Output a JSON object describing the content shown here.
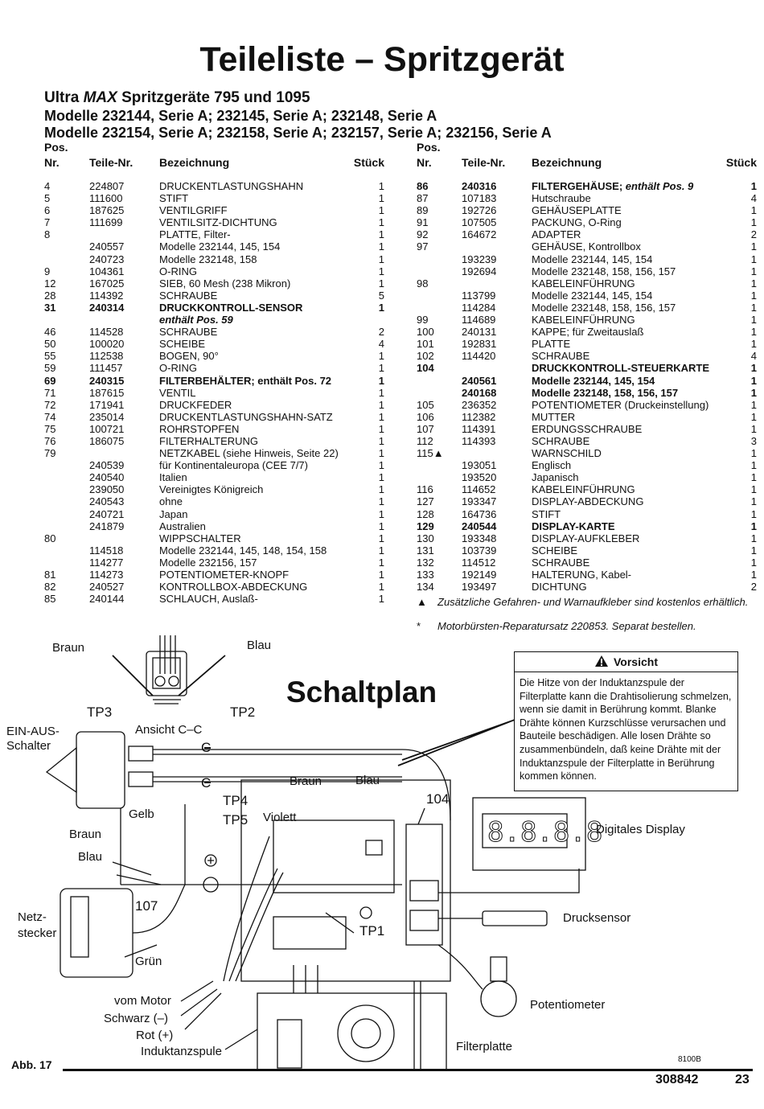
{
  "page_title": "Teileliste – Spritzgerät",
  "subtitle_prefix": "Ultra ",
  "subtitle_italic": "MAX",
  "subtitle_suffix": " Spritzgeräte 795 und 1095",
  "models_line1": "Modelle 232144, Serie A; 232145, Serie A; 232148, Serie A",
  "models_line2": "Modelle 232154, Serie A; 232158, Serie A; 232157, Serie A; 232156, Serie A",
  "table_headers": {
    "pos_top": "Pos.",
    "pos": "Nr.",
    "part": "Teile-Nr.",
    "desc": "Bezeichnung",
    "qty": "Stück"
  },
  "left_rows": [
    {
      "pos": "4",
      "part": "224807",
      "desc": "DRUCKENTLASTUNGSHAHN",
      "qty": "1"
    },
    {
      "pos": "5",
      "part": "111600",
      "desc": "STIFT",
      "qty": "1"
    },
    {
      "pos": "6",
      "part": "187625",
      "desc": "VENTILGRIFF",
      "qty": "1"
    },
    {
      "pos": "7",
      "part": "111699",
      "desc": "VENTILSITZ-DICHTUNG",
      "qty": "1"
    },
    {
      "pos": "8",
      "part": "",
      "desc": "PLATTE, Filter-",
      "qty": "1"
    },
    {
      "pos": "",
      "part": "240557",
      "desc": "Modelle 232144, 145, 154",
      "qty": "1"
    },
    {
      "pos": "",
      "part": "240723",
      "desc": "Modelle 232148, 158",
      "qty": "1"
    },
    {
      "pos": "9",
      "part": "104361",
      "desc": "O-RING",
      "qty": "1"
    },
    {
      "pos": "12",
      "part": "167025",
      "desc": "SIEB, 60 Mesh (238 Mikron)",
      "qty": "1"
    },
    {
      "pos": "28",
      "part": "114392",
      "desc": "SCHRAUBE",
      "qty": "5"
    },
    {
      "pos": "31",
      "part": "240314",
      "desc": "DRUCKKONTROLL-SENSOR",
      "qty": "1",
      "bold": true
    },
    {
      "pos": "",
      "part": "",
      "desc": "enthält Pos. 59",
      "qty": "",
      "bold": true,
      "italic": true
    },
    {
      "pos": "46",
      "part": "114528",
      "desc": "SCHRAUBE",
      "qty": "2"
    },
    {
      "pos": "50",
      "part": "100020",
      "desc": "SCHEIBE",
      "qty": "4"
    },
    {
      "pos": "55",
      "part": "112538",
      "desc": "BOGEN, 90°",
      "qty": "1"
    },
    {
      "pos": "59",
      "part": "111457",
      "desc": "O-RING",
      "qty": "1"
    },
    {
      "pos": "69",
      "part": "240315",
      "desc": "FILTERBEHÄLTER; enthält Pos. 72",
      "qty": "1",
      "bold": true
    },
    {
      "pos": "71",
      "part": "187615",
      "desc": "VENTIL",
      "qty": "1"
    },
    {
      "pos": "72",
      "part": "171941",
      "desc": "DRUCKFEDER",
      "qty": "1"
    },
    {
      "pos": "74",
      "part": "235014",
      "desc": "DRUCKENTLASTUNGSHAHN-SATZ",
      "qty": "1"
    },
    {
      "pos": "75",
      "part": "100721",
      "desc": "ROHRSTOPFEN",
      "qty": "1"
    },
    {
      "pos": "76",
      "part": "186075",
      "desc": "FILTERHALTERUNG",
      "qty": "1"
    },
    {
      "pos": "79",
      "part": "",
      "desc": "NETZKABEL (siehe Hinweis, Seite 22)",
      "qty": "1"
    },
    {
      "pos": "",
      "part": "240539",
      "desc": "für Kontinentaleuropa (CEE 7/7)",
      "qty": "1"
    },
    {
      "pos": "",
      "part": "240540",
      "desc": "Italien",
      "qty": "1"
    },
    {
      "pos": "",
      "part": "239050",
      "desc": "Vereinigtes Königreich",
      "qty": "1"
    },
    {
      "pos": "",
      "part": "240543",
      "desc": "ohne",
      "qty": "1"
    },
    {
      "pos": "",
      "part": "240721",
      "desc": "Japan",
      "qty": "1"
    },
    {
      "pos": "",
      "part": "241879",
      "desc": "Australien",
      "qty": "1"
    },
    {
      "pos": "80",
      "part": "",
      "desc": "WIPPSCHALTER",
      "qty": "1"
    },
    {
      "pos": "",
      "part": "114518",
      "desc": "Modelle 232144, 145, 148, 154, 158",
      "qty": "1"
    },
    {
      "pos": "",
      "part": "114277",
      "desc": "Modelle 232156, 157",
      "qty": "1"
    },
    {
      "pos": "81",
      "part": "114273",
      "desc": "POTENTIOMETER-KNOPF",
      "qty": "1"
    },
    {
      "pos": "82",
      "part": "240527",
      "desc": "KONTROLLBOX-ABDECKUNG",
      "qty": "1"
    },
    {
      "pos": "85",
      "part": "240144",
      "desc": "SCHLAUCH, Auslaß-",
      "qty": "1"
    }
  ],
  "right_rows": [
    {
      "pos": "86",
      "part": "240316",
      "desc": "FILTERGEHÄUSE; ",
      "desc_italic": "enthält Pos. 9",
      "qty": "1",
      "bold": true
    },
    {
      "pos": "87",
      "part": "107183",
      "desc": "Hutschraube",
      "qty": "4"
    },
    {
      "pos": "89",
      "part": "192726",
      "desc": "GEHÄUSEPLATTE",
      "qty": "1"
    },
    {
      "pos": "91",
      "part": "107505",
      "desc": "PACKUNG, O-Ring",
      "qty": "1"
    },
    {
      "pos": "92",
      "part": "164672",
      "desc": "ADAPTER",
      "qty": "2"
    },
    {
      "pos": "97",
      "part": "",
      "desc": "GEHÄUSE, Kontrollbox",
      "qty": "1"
    },
    {
      "pos": "",
      "part": "193239",
      "desc": "Modelle 232144, 145, 154",
      "qty": "1"
    },
    {
      "pos": "",
      "part": "192694",
      "desc": "Modelle 232148, 158, 156, 157",
      "qty": "1"
    },
    {
      "pos": "98",
      "part": "",
      "desc": "KABELEINFÜHRUNG",
      "qty": "1"
    },
    {
      "pos": "",
      "part": "113799",
      "desc": "Modelle 232144, 145, 154",
      "qty": "1"
    },
    {
      "pos": "",
      "part": "114284",
      "desc": "Modelle 232148, 158, 156, 157",
      "qty": "1"
    },
    {
      "pos": "99",
      "part": "114689",
      "desc": "KABELEINFÜHRUNG",
      "qty": "1"
    },
    {
      "pos": "100",
      "part": "240131",
      "desc": "KAPPE; für Zweitauslaß",
      "qty": "1"
    },
    {
      "pos": "101",
      "part": "192831",
      "desc": "PLATTE",
      "qty": "1"
    },
    {
      "pos": "102",
      "part": "114420",
      "desc": "SCHRAUBE",
      "qty": "4"
    },
    {
      "pos": "104",
      "part": "",
      "desc": "DRUCKKONTROLL-STEUERKARTE",
      "qty": "1",
      "bold": true
    },
    {
      "pos": "",
      "part": "240561",
      "desc": "Modelle 232144, 145, 154",
      "qty": "1",
      "bold": true
    },
    {
      "pos": "",
      "part": "240168",
      "desc": "Modelle 232148, 158, 156, 157",
      "qty": "1",
      "bold": true
    },
    {
      "pos": "105",
      "part": "236352",
      "desc": "POTENTIOMETER (Druckeinstellung)",
      "qty": "1"
    },
    {
      "pos": "106",
      "part": "112382",
      "desc": "MUTTER",
      "qty": "1"
    },
    {
      "pos": "107",
      "part": "114391",
      "desc": "ERDUNGSSCHRAUBE",
      "qty": "1"
    },
    {
      "pos": "112",
      "part": "114393",
      "desc": "SCHRAUBE",
      "qty": "3"
    },
    {
      "pos": "115▲",
      "part": "",
      "desc": "WARNSCHILD",
      "qty": "1"
    },
    {
      "pos": "",
      "part": "193051",
      "desc": "Englisch",
      "qty": "1"
    },
    {
      "pos": "",
      "part": "193520",
      "desc": "Japanisch",
      "qty": "1"
    },
    {
      "pos": "116",
      "part": "114652",
      "desc": "KABELEINFÜHRUNG",
      "qty": "1"
    },
    {
      "pos": "127",
      "part": "193347",
      "desc": "DISPLAY-ABDECKUNG",
      "qty": "1"
    },
    {
      "pos": "128",
      "part": "164736",
      "desc": "STIFT",
      "qty": "1"
    },
    {
      "pos": "129",
      "part": "240544",
      "desc": "DISPLAY-KARTE",
      "qty": "1",
      "bold": true
    },
    {
      "pos": "130",
      "part": "193348",
      "desc": "DISPLAY-AUFKLEBER",
      "qty": "1"
    },
    {
      "pos": "131",
      "part": "103739",
      "desc": "SCHEIBE",
      "qty": "1"
    },
    {
      "pos": "132",
      "part": "114512",
      "desc": "SCHRAUBE",
      "qty": "1"
    },
    {
      "pos": "133",
      "part": "192149",
      "desc": "HALTERUNG, Kabel-",
      "qty": "1"
    },
    {
      "pos": "134",
      "part": "193497",
      "desc": "DICHTUNG",
      "qty": "2"
    }
  ],
  "notes": [
    {
      "symbol": "▲",
      "text": "Zusätzliche Gefahren- und Warnaufkleber sind kostenlos erhältlich."
    },
    {
      "symbol": "*",
      "text": "Motorbürsten-Reparatursatz 220853. Separat bestellen."
    }
  ],
  "warning": {
    "title": "Vorsicht",
    "text": "Die Hitze von der Induktanzspule der Filterplatte kann die Drahtisolierung schmelzen, wenn sie damit in Berührung kommt. Blanke Drähte können Kurzschlüsse verursachen und Bauteile beschädigen. Alle losen Drähte so zusammenbündeln, daß keine Drähte mit der Induktanzspule der Filterplatte in Berührung kommen können."
  },
  "diagram_title": "Schaltplan",
  "diagram_labels": {
    "braun_top": "Braun",
    "blau_top": "Blau",
    "tp3": "TP3",
    "tp2": "TP2",
    "ansicht": "Ansicht C–C",
    "ein_aus": "EIN-AUS-\nSchalter",
    "c1": "C",
    "c2": "C",
    "braun_mid": "Braun",
    "blau_mid": "Blau",
    "tp4": "TP4",
    "tp5": "TP5",
    "gelb": "Gelb",
    "violett": "Violett",
    "braun_left": "Braun",
    "blau_left": "Blau",
    "netzstecker": "Netz-\nstecker",
    "n107": "107",
    "gruen": "Grün",
    "tp1": "TP1",
    "n104": "104",
    "digitales_display": "Digitales Display",
    "drucksensor": "Drucksensor",
    "potentiometer": "Potentiometer",
    "vom_motor": "vom Motor",
    "schwarz": "Schwarz (–)",
    "rot": "Rot (+)",
    "induktanzspule": "Induktanzspule",
    "filterplatte": "Filterplatte",
    "display_digits": "8.8.8.8"
  },
  "figure_label": "Abb. 17",
  "figure_code": "8100B",
  "document_number": "308842",
  "page_number": "23"
}
